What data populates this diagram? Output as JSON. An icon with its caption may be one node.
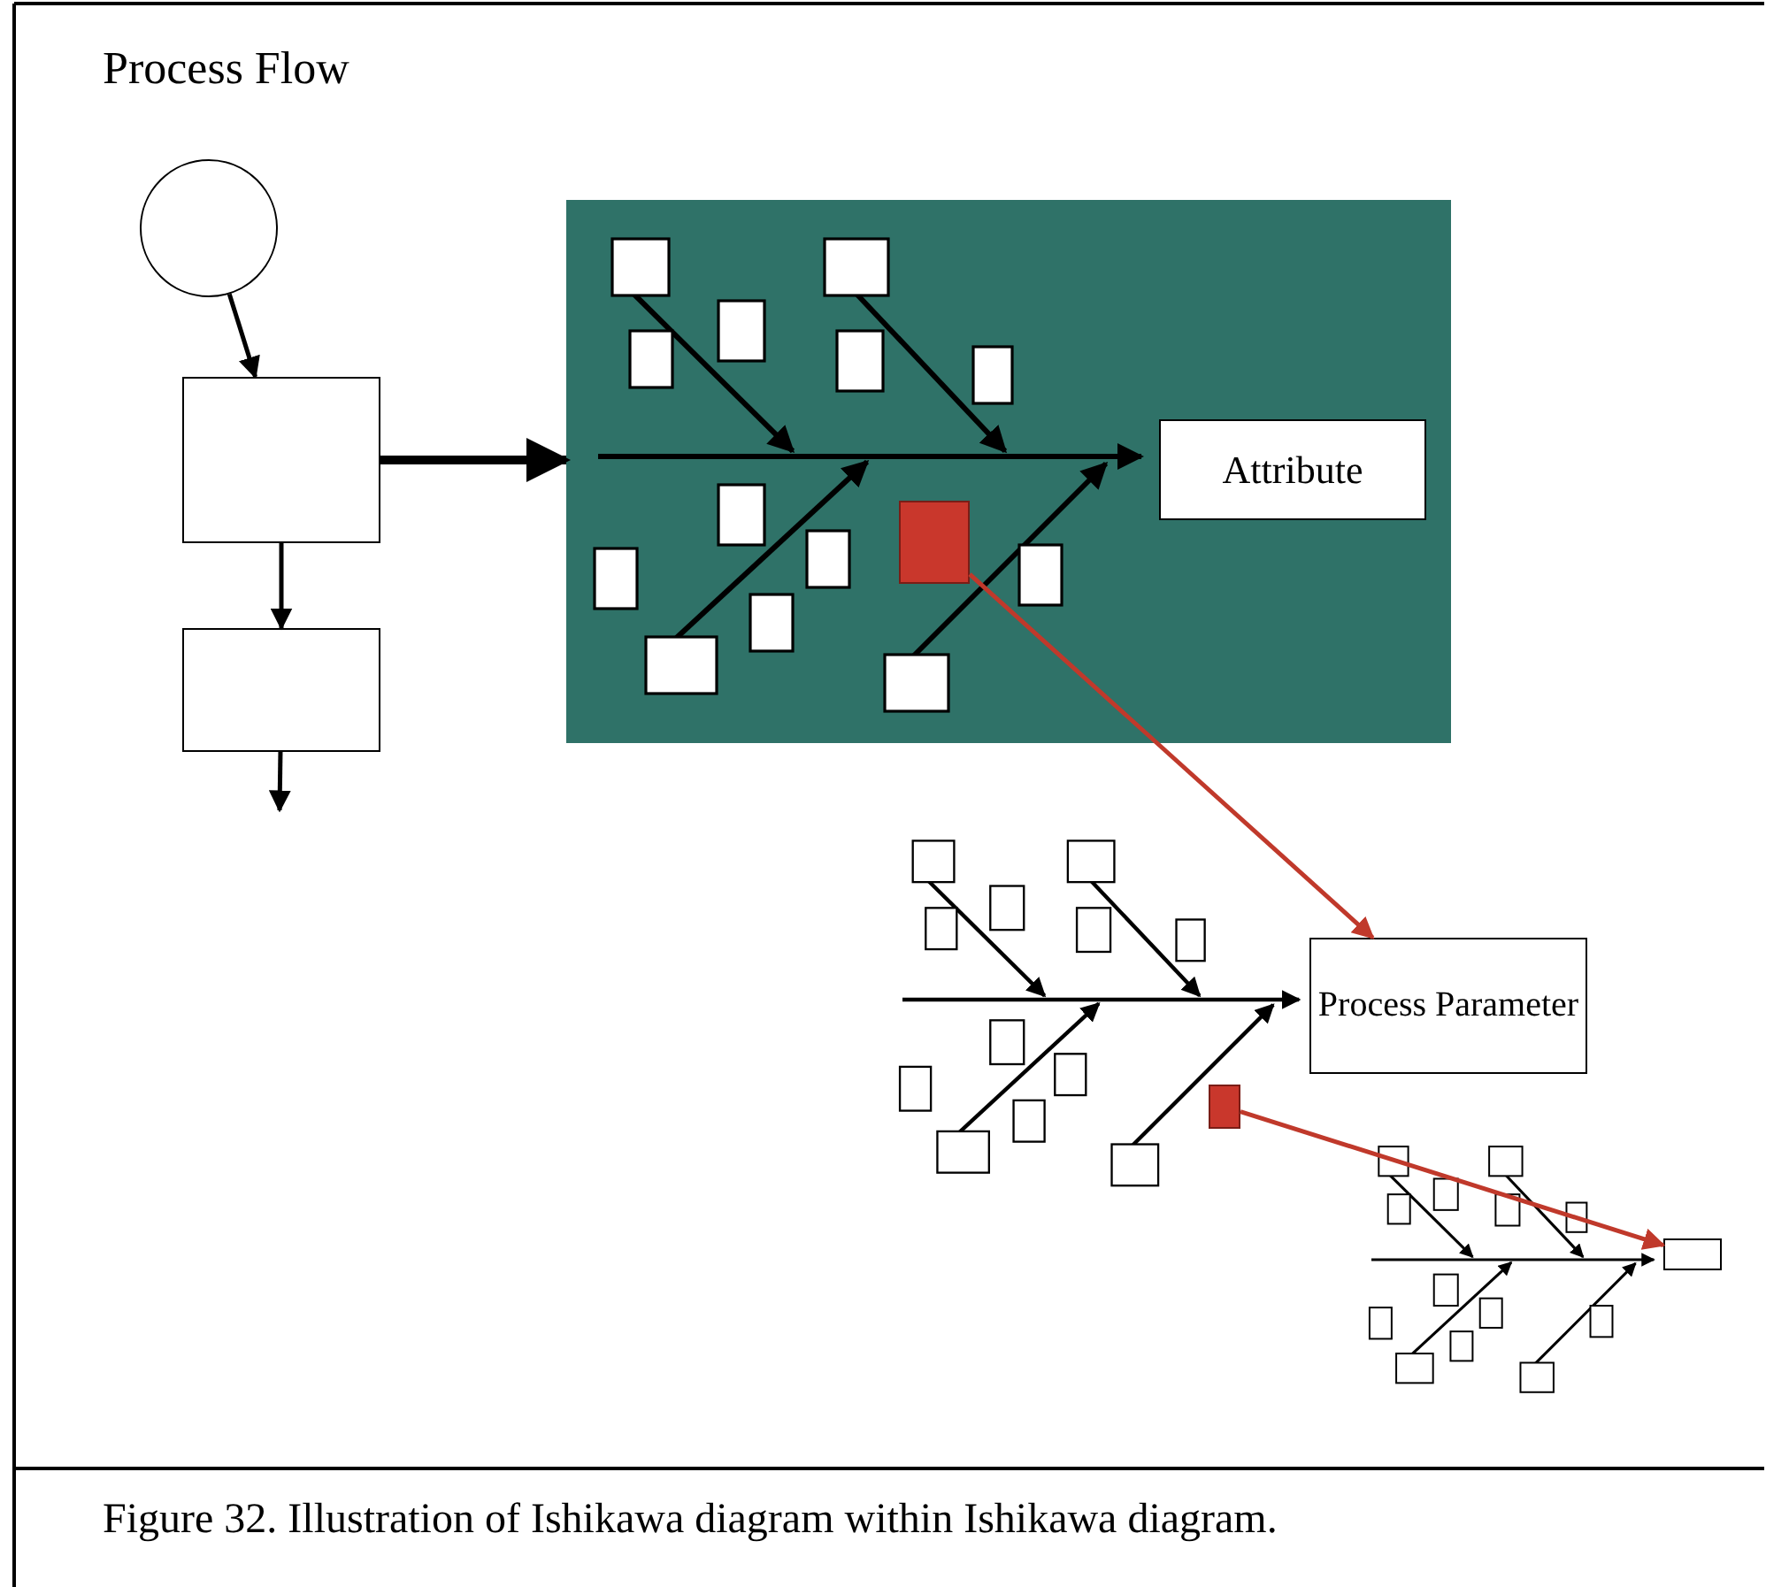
{
  "diagram": {
    "caption": "Figure 32.  Illustration of Ishikawa diagram within Ishikawa diagram.",
    "nodes": [
      {
        "text": [],
        "shape": "circle"
      },
      {
        "text": [],
        "shape": "box"
      },
      {
        "text": [],
        "shape": "box"
      },
      {
        "text": [],
        "shape": "box"
      },
      {
        "text": [
          "Attribute"
        ],
        "in": 3
      },
      {
        "text": [],
        "shape": "box",
        "in": 3
      },
      {
        "text": [
          "Process Parameter"
        ]
      },
      {
        "text": [],
        "shape": "box"
      },
      {
        "text": [],
        "shape": "box"
      }
    ],
    "edges": [
      {
        "from": 0,
        "to": 1,
        "arrow": "to"
      },
      {
        "from": 1,
        "to": 2,
        "arrow": "to"
      },
      {
        "from": 2,
        "to": null,
        "arrow": "to"
      },
      {
        "from": 1,
        "to": 3,
        "arrow": "to",
        "style": "thick"
      },
      {
        "from": 5,
        "to": 6,
        "arrow": "to",
        "color": "#c0392b"
      },
      {
        "from": 7,
        "to": 8,
        "arrow": "to",
        "color": "#c0392b"
      }
    ],
    "labels": [
      "Process Flow"
    ]
  }
}
